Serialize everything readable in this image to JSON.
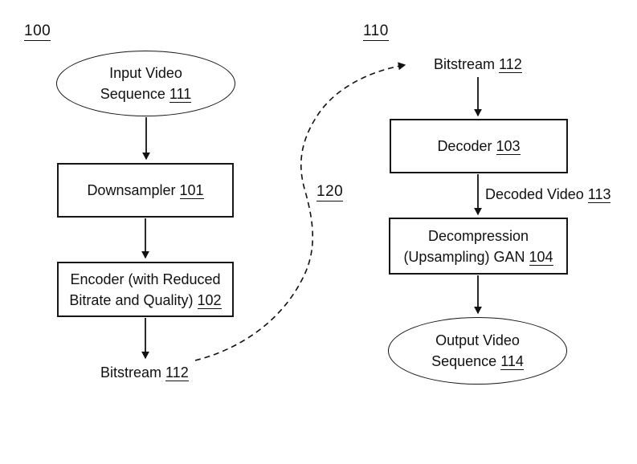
{
  "colors": {
    "ink": "#111111",
    "background": "#ffffff"
  },
  "left_flow": {
    "tag": "100",
    "input_node": {
      "label": "Input Video Sequence",
      "ref": "111"
    },
    "downsampler_node": {
      "label": "Downsampler",
      "ref": "101"
    },
    "encoder_node": {
      "label": "Encoder (with Reduced Bitrate and Quality)",
      "ref": "102"
    },
    "bitstream_label": {
      "label": "Bitstream",
      "ref": "112"
    }
  },
  "right_flow": {
    "tag": "110",
    "bitstream_label": {
      "label": "Bitstream",
      "ref": "112"
    },
    "decoder_node": {
      "label": "Decoder",
      "ref": "103"
    },
    "decoded_video_label": {
      "label": "Decoded Video",
      "ref": "113"
    },
    "gan_node": {
      "label": "Decompression (Upsampling) GAN",
      "ref": "104"
    },
    "output_node": {
      "label": "Output Video Sequence",
      "ref": "114"
    }
  },
  "connector": {
    "tag": "120"
  }
}
